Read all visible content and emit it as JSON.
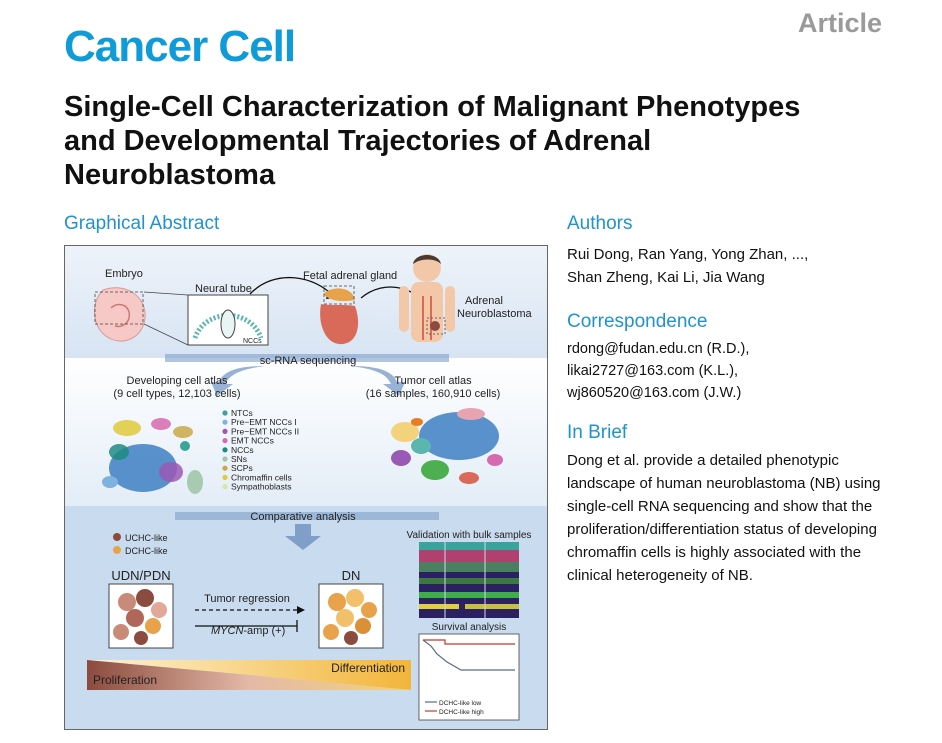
{
  "header": {
    "journal": "Cancer Cell",
    "article_type": "Article",
    "title": "Single-Cell Characterization of Malignant Phenotypes and Developmental Trajectories of Adrenal Neuroblastoma"
  },
  "sections": {
    "graphical_abstract": "Graphical Abstract",
    "authors_heading": "Authors",
    "authors_line1": "Rui Dong, Ran Yang, Yong Zhan, ...,",
    "authors_line2": "Shan Zheng, Kai Li, Jia Wang",
    "correspondence_heading": "Correspondence",
    "correspondence": [
      "rdong@fudan.edu.cn (R.D.),",
      "likai2727@163.com (K.L.),",
      "wj860520@163.com (J.W.)"
    ],
    "in_brief_heading": "In Brief",
    "in_brief": "Dong et al. provide a detailed phenotypic landscape of human neuroblastoma (NB) using single-cell RNA sequencing and show that the proliferation/differentiation status of developing chromaffin cells is highly associated with the clinical heterogeneity of NB."
  },
  "abstract_figure": {
    "embryo": "Embryo",
    "neural_tube": "Neural tube",
    "nccs": "NCCs",
    "fetal_adrenal": "Fetal adrenal gland",
    "adrenal_nb": [
      "Adrenal",
      "Neuroblastoma"
    ],
    "sc_rna": "sc-RNA sequencing",
    "dev_atlas": [
      "Developing cell atlas",
      "(9 cell types, 12,103 cells)"
    ],
    "tumor_atlas": [
      "Tumor cell atlas",
      "(16 samples, 160,910 cells)"
    ],
    "cell_types": [
      {
        "label": "NTCs",
        "color": "#3aa39a"
      },
      {
        "label": "Pre−EMT NCCs I",
        "color": "#7fb2e0"
      },
      {
        "label": "Pre−EMT NCCs II",
        "color": "#9b59b6"
      },
      {
        "label": "EMT NCCs",
        "color": "#d66ab0"
      },
      {
        "label": "NCCs",
        "color": "#1e8a84"
      },
      {
        "label": "SNs",
        "color": "#9ec7a8"
      },
      {
        "label": "SCPs",
        "color": "#c9a845"
      },
      {
        "label": "Chromaffin cells",
        "color": "#e0c93a"
      },
      {
        "label": "Sympathoblasts",
        "color": "#d7e6a0"
      }
    ],
    "comparative": "Comparative analysis",
    "uchc": "UCHC-like",
    "dchc": "DCHC-like",
    "validation": "Validation with bulk samples",
    "udn_pdn": "UDN/PDN",
    "dn": "DN",
    "tumor_regression": "Tumor regression",
    "mycn_amp": "MYCN",
    "mycn_suffix": "-amp (+)",
    "survival": "Survival analysis",
    "differentiation": "Differentiation",
    "proliferation": "Proliferation",
    "legend_low": "DCHC-like low",
    "legend_high": "DCHC-like high",
    "colors": {
      "uchc": "#8b4b3e",
      "dchc": "#e8a34a",
      "survival_low": "#5b6a8a",
      "survival_high": "#c0392b"
    }
  }
}
